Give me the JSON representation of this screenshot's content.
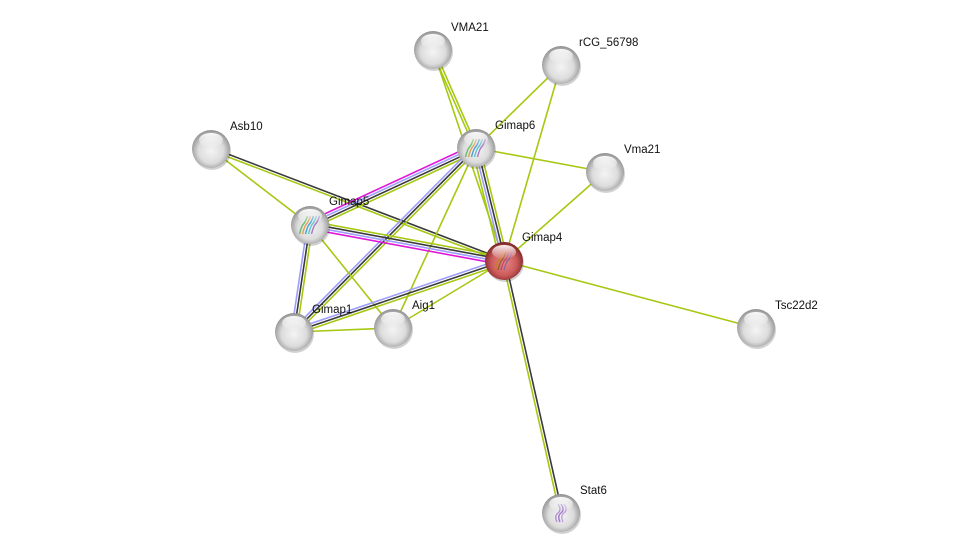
{
  "title": "Protein interaction network",
  "colors": {
    "textmining": "#a6c813",
    "coexpression": "#3a3a3a",
    "homology": "#9d9dff",
    "experiments": "#e117d7",
    "query_node": "#d05050",
    "node": "#d8d8d8"
  },
  "nodes": [
    {
      "id": "VMA21",
      "label": "VMA21",
      "query": false,
      "structure": false
    },
    {
      "id": "rCG_56798",
      "label": "rCG_56798",
      "query": false,
      "structure": false
    },
    {
      "id": "Asb10",
      "label": "Asb10",
      "query": false,
      "structure": false
    },
    {
      "id": "Gimap6",
      "label": "Gimap6",
      "query": false,
      "structure": true
    },
    {
      "id": "Vma21",
      "label": "Vma21",
      "query": false,
      "structure": false
    },
    {
      "id": "Gimap5",
      "label": "Gimap5",
      "query": false,
      "structure": true
    },
    {
      "id": "Gimap4",
      "label": "Gimap4",
      "query": true,
      "structure": true
    },
    {
      "id": "Gimap1",
      "label": "Gimap1",
      "query": false,
      "structure": false
    },
    {
      "id": "Aig1",
      "label": "Aig1",
      "query": false,
      "structure": false
    },
    {
      "id": "Tsc22d2",
      "label": "Tsc22d2",
      "query": false,
      "structure": false
    },
    {
      "id": "Stat6",
      "label": "Stat6",
      "query": false,
      "structure": true
    }
  ],
  "edges": [
    {
      "source": "VMA21",
      "target": "Gimap6",
      "evidence": [
        "textmining",
        "textmining"
      ]
    },
    {
      "source": "VMA21",
      "target": "Gimap4",
      "evidence": [
        "textmining"
      ]
    },
    {
      "source": "rCG_56798",
      "target": "Gimap6",
      "evidence": [
        "textmining"
      ]
    },
    {
      "source": "rCG_56798",
      "target": "Gimap4",
      "evidence": [
        "textmining"
      ]
    },
    {
      "source": "Vma21",
      "target": "Gimap6",
      "evidence": [
        "textmining"
      ]
    },
    {
      "source": "Vma21",
      "target": "Gimap4",
      "evidence": [
        "textmining"
      ]
    },
    {
      "source": "Asb10",
      "target": "Gimap4",
      "evidence": [
        "coexpression",
        "textmining"
      ]
    },
    {
      "source": "Asb10",
      "target": "Gimap5",
      "evidence": [
        "textmining"
      ]
    },
    {
      "source": "Gimap6",
      "target": "Gimap5",
      "evidence": [
        "textmining",
        "coexpression",
        "homology",
        "experiments"
      ]
    },
    {
      "source": "Gimap6",
      "target": "Gimap4",
      "evidence": [
        "textmining",
        "coexpression",
        "homology",
        "textmining"
      ]
    },
    {
      "source": "Gimap6",
      "target": "Gimap1",
      "evidence": [
        "textmining",
        "coexpression",
        "homology"
      ]
    },
    {
      "source": "Gimap6",
      "target": "Aig1",
      "evidence": [
        "textmining"
      ]
    },
    {
      "source": "Gimap5",
      "target": "Gimap4",
      "evidence": [
        "textmining",
        "coexpression",
        "homology",
        "experiments"
      ]
    },
    {
      "source": "Gimap5",
      "target": "Gimap1",
      "evidence": [
        "textmining",
        "coexpression",
        "homology"
      ]
    },
    {
      "source": "Gimap5",
      "target": "Aig1",
      "evidence": [
        "textmining"
      ]
    },
    {
      "source": "Gimap4",
      "target": "Gimap1",
      "evidence": [
        "textmining",
        "coexpression",
        "homology"
      ]
    },
    {
      "source": "Gimap4",
      "target": "Aig1",
      "evidence": [
        "textmining"
      ]
    },
    {
      "source": "Gimap4",
      "target": "Tsc22d2",
      "evidence": [
        "textmining"
      ]
    },
    {
      "source": "Gimap4",
      "target": "Stat6",
      "evidence": [
        "coexpression",
        "textmining"
      ]
    },
    {
      "source": "Gimap1",
      "target": "Aig1",
      "evidence": [
        "textmining"
      ]
    }
  ]
}
